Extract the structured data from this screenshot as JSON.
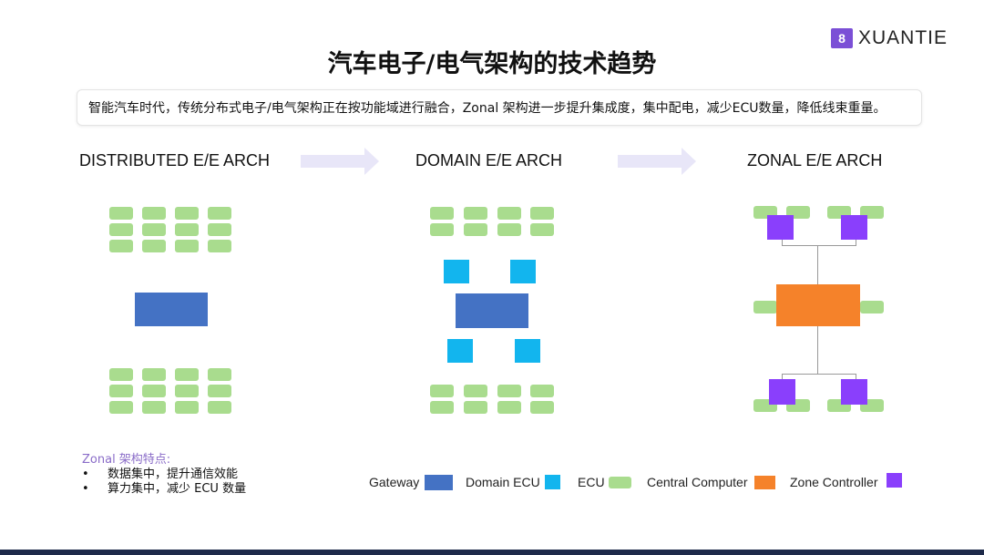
{
  "header": {
    "title": "汽车电子/电气架构的技术趋势",
    "logo_text": "XUANTIE",
    "logo_mark": "8"
  },
  "summary": "智能汽车时代，传统分布式电子/电气架构正在按功能域进行融合，Zonal 架构进一步提升集成度，集中配电，减少ECU数量，降低线束重量。",
  "columns": [
    "DISTRIBUTED E/E ARCH",
    "DOMAIN E/E ARCH",
    "ZONAL E/E ARCH"
  ],
  "notes": {
    "heading": "Zonal 架构特点:",
    "bullet": "•",
    "items": [
      "数据集中，提升通信效能",
      "算力集中，减少 ECU 数量"
    ]
  },
  "legend": [
    {
      "label": "Gateway",
      "color": "#4472c4"
    },
    {
      "label": "Domain ECU",
      "color": "#12b5ee"
    },
    {
      "label": "ECU",
      "color": "#a9dc8e"
    },
    {
      "label": "Central Computer",
      "color": "#f5822a"
    },
    {
      "label": "Zone Controller",
      "color": "#8a3ffc"
    }
  ]
}
